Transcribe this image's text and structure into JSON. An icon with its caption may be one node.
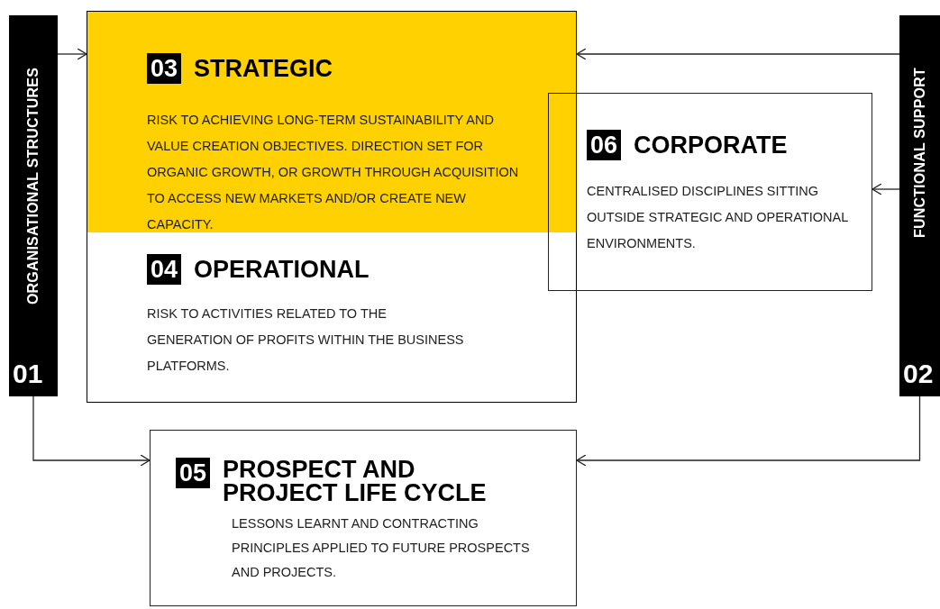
{
  "diagram": {
    "nodes": [
      {
        "text": [
          "ORGANISATIONAL STRUCTURES",
          "01"
        ]
      },
      {
        "text": [
          "03",
          "STRATEGIC",
          "RISK TO ACHIEVING LONG-TERM SUSTAINABILITY AND VALUE CREATION OBJECTIVES. DIRECTION SET FOR ORGANIC GROWTH, OR GROWTH THROUGH ACQUISITION TO ACCESS NEW MARKETS AND/OR CREATE NEW CAPACITY."
        ]
      },
      {
        "text": [
          "04",
          "OPERATIONAL",
          "RISK TO ACTIVITIES RELATED TO THE GENERATION OF PROFITS WITHIN THE BUSINESS PLATFORMS."
        ]
      },
      {
        "text": [
          "06",
          "CORPORATE",
          "CENTRALISED DISCIPLINES SITTING OUTSIDE STRATEGIC AND OPERATIONAL ENVIRONMENTS."
        ]
      },
      {
        "text": [
          "FUNCTIONAL SUPPORT",
          "02"
        ]
      },
      {
        "text": [
          "05",
          "PROSPECT AND PROJECT LIFE CYCLE",
          "LESSONS LEARNT AND CONTRACTING PRINCIPLES APPLIED TO FUTURE PROSPECTS AND PROJECTS."
        ]
      }
    ],
    "edges": [
      {
        "from": 0,
        "to": 1,
        "arrow": "to"
      },
      {
        "from": 4,
        "to": 1,
        "arrow": "to"
      },
      {
        "from": 4,
        "to": 3,
        "arrow": "to"
      },
      {
        "from": 0,
        "to": 5,
        "arrow": "to"
      },
      {
        "from": 4,
        "to": 5,
        "arrow": "to"
      }
    ]
  }
}
